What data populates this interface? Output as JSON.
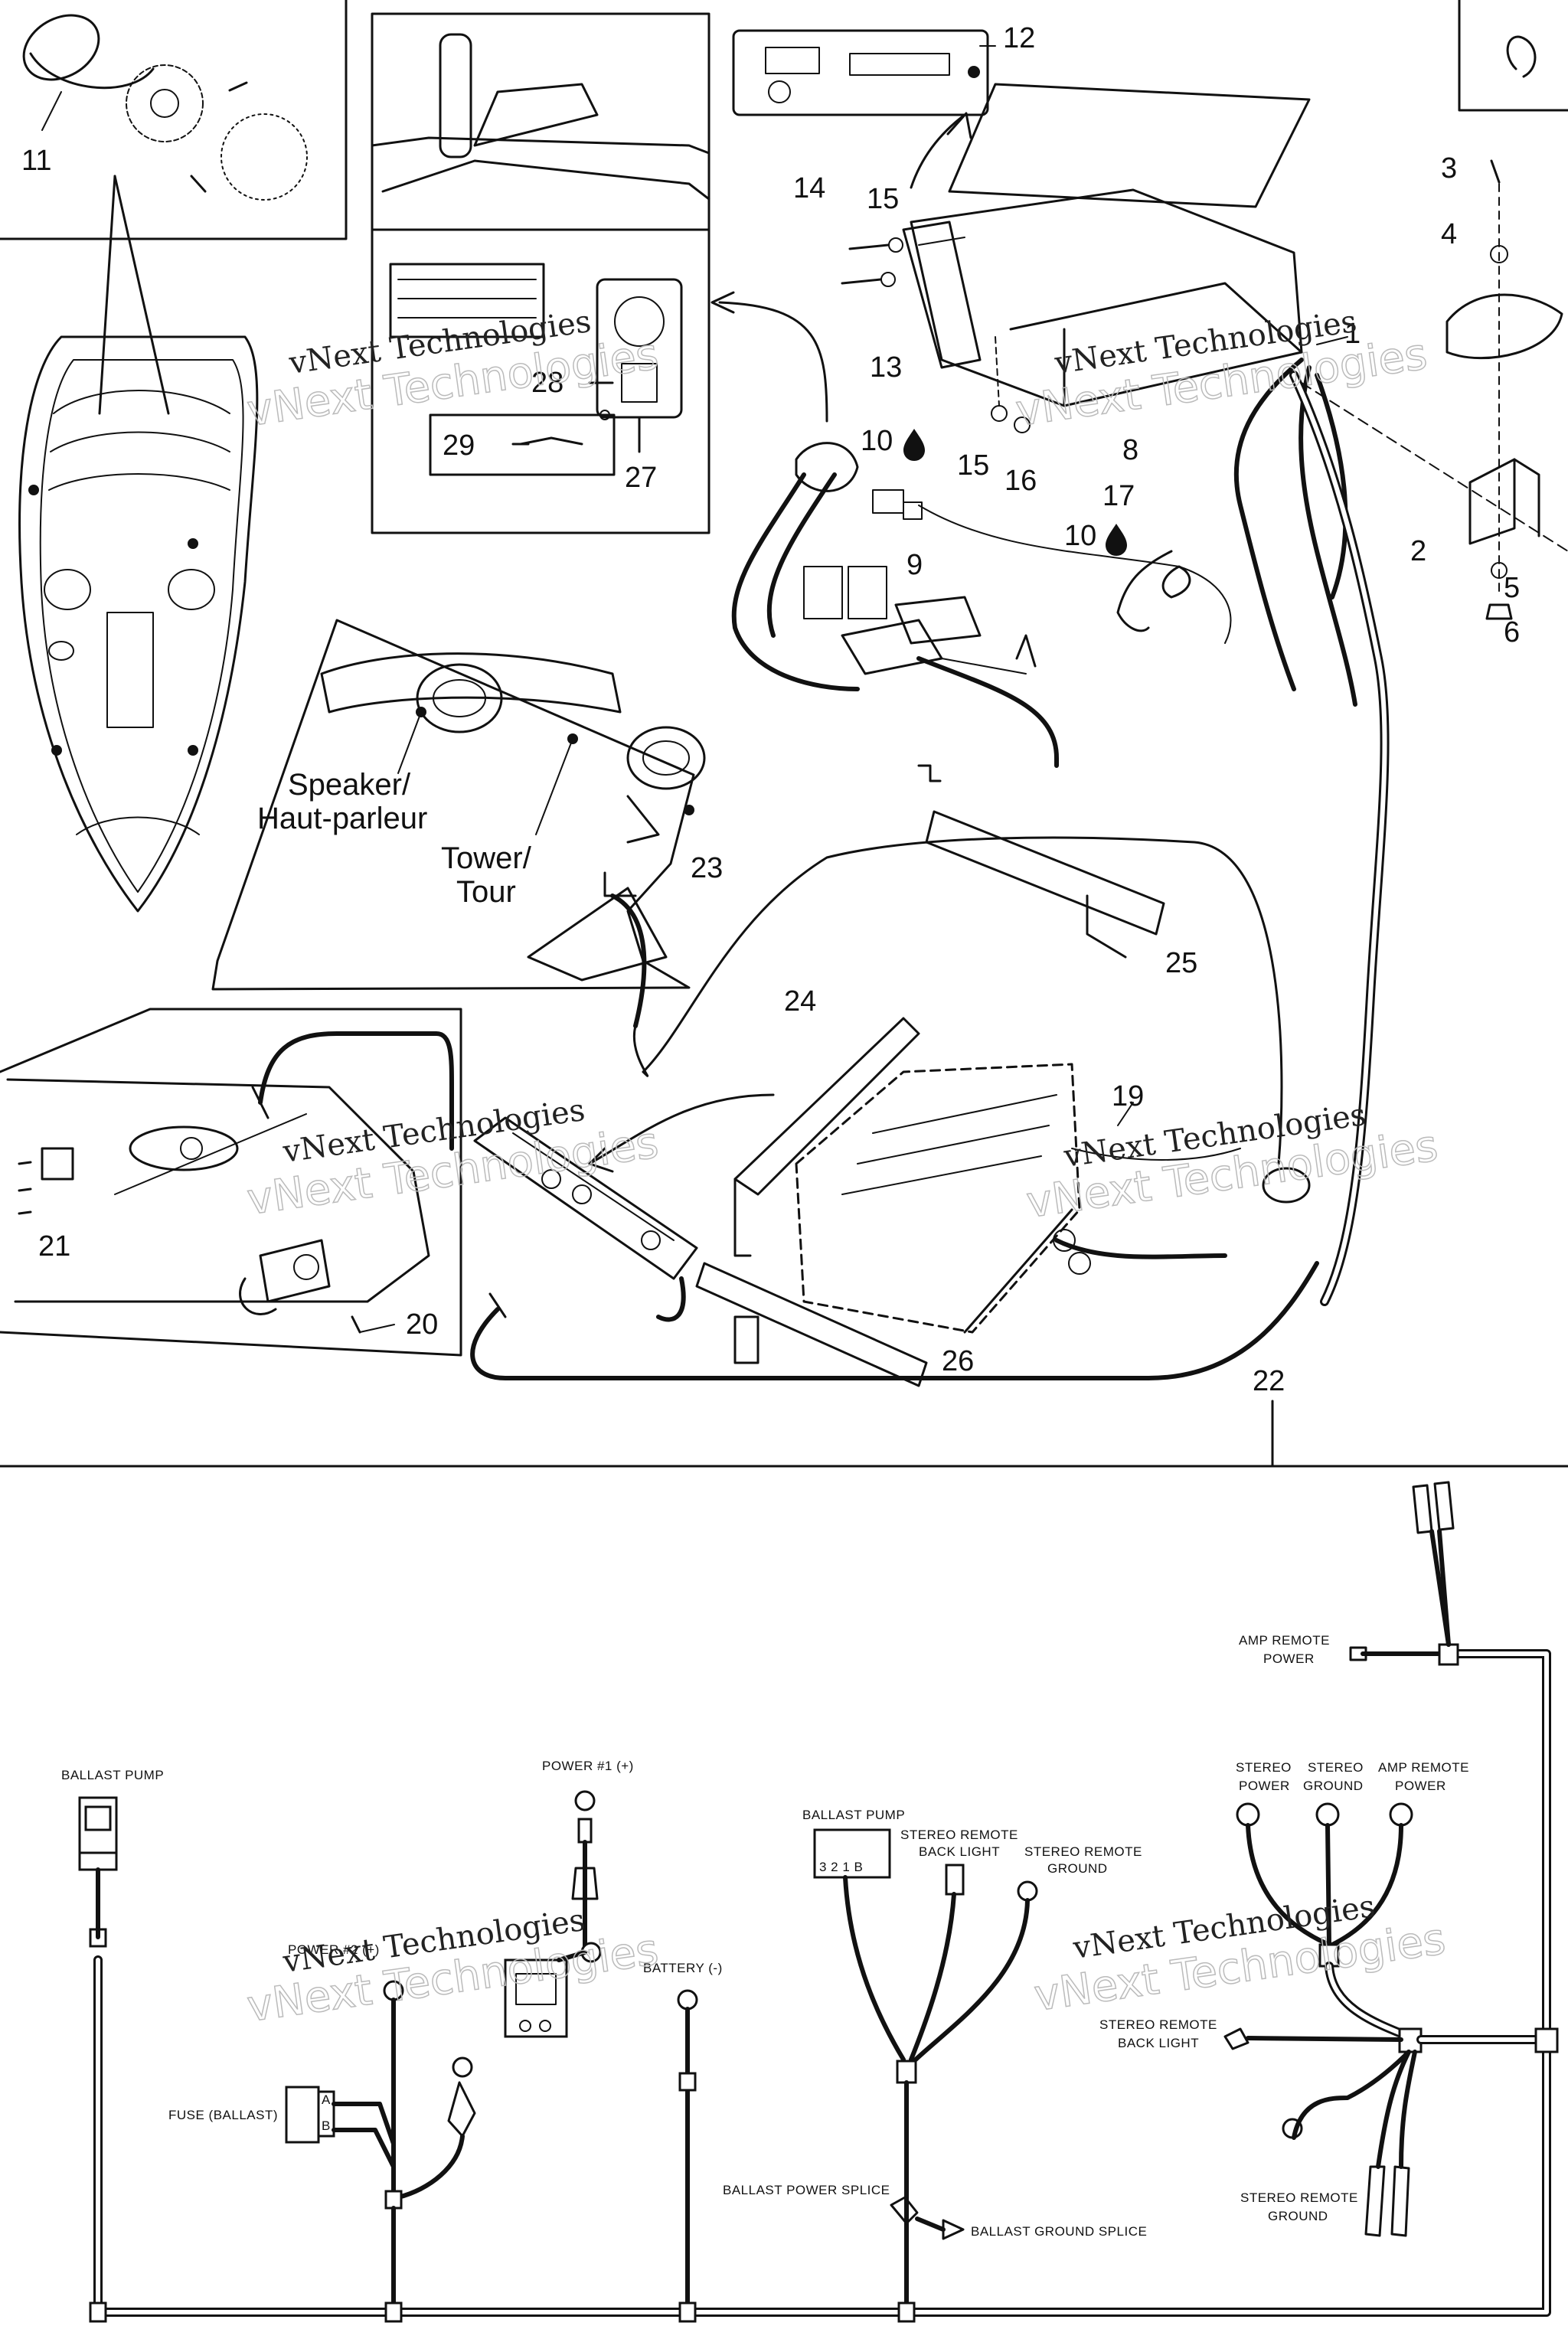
{
  "watermark": {
    "text": "vNext Technologies",
    "ghost": "vNext Technologies"
  },
  "callouts": [
    "1",
    "2",
    "3",
    "4",
    "5",
    "6",
    "8",
    "9",
    "10",
    "10",
    "11",
    "12",
    "13",
    "14",
    "15",
    "15",
    "16",
    "17",
    "19",
    "20",
    "21",
    "22",
    "23",
    "24",
    "25",
    "26",
    "27",
    "28",
    "29"
  ],
  "labels": {
    "speaker_en": "Speaker/",
    "speaker_fr": "Haut-parleur",
    "tower_en": "Tower/",
    "tower_fr": "Tour"
  },
  "wiring": {
    "ballast_pump_left": "BALLAST PUMP",
    "power_1": "POWER #1 (+)",
    "power_2": "POWER #2 (+)",
    "battery_neg": "BATTERY (-)",
    "fuse_ballast": "FUSE (BALLAST)",
    "ballast_pump_mid": "BALLAST PUMP",
    "stereo_remote_back_light_top_1": "STEREO REMOTE",
    "stereo_remote_back_light_top_2": "BACK LIGHT",
    "stereo_remote_ground_top_1": "STEREO REMOTE",
    "stereo_remote_ground_top_2": "GROUND",
    "ballast_power_splice": "BALLAST POWER SPLICE",
    "ballast_ground_splice": "BALLAST GROUND SPLICE",
    "amp_remote_power_top_1": "AMP REMOTE",
    "amp_remote_power_top_2": "POWER",
    "stereo_power_1": "STEREO",
    "stereo_power_2": "POWER",
    "stereo_ground_1": "STEREO",
    "stereo_ground_2": "GROUND",
    "amp_remote_power_1": "AMP REMOTE",
    "amp_remote_power_2": "POWER",
    "stereo_remote_back_light_1": "STEREO REMOTE",
    "stereo_remote_back_light_2": "BACK LIGHT",
    "stereo_remote_ground_1": "STEREO REMOTE",
    "stereo_remote_ground_2": "GROUND",
    "pin_a": "A",
    "pin_b": "B",
    "pump_pins": "3 2 1 B"
  }
}
